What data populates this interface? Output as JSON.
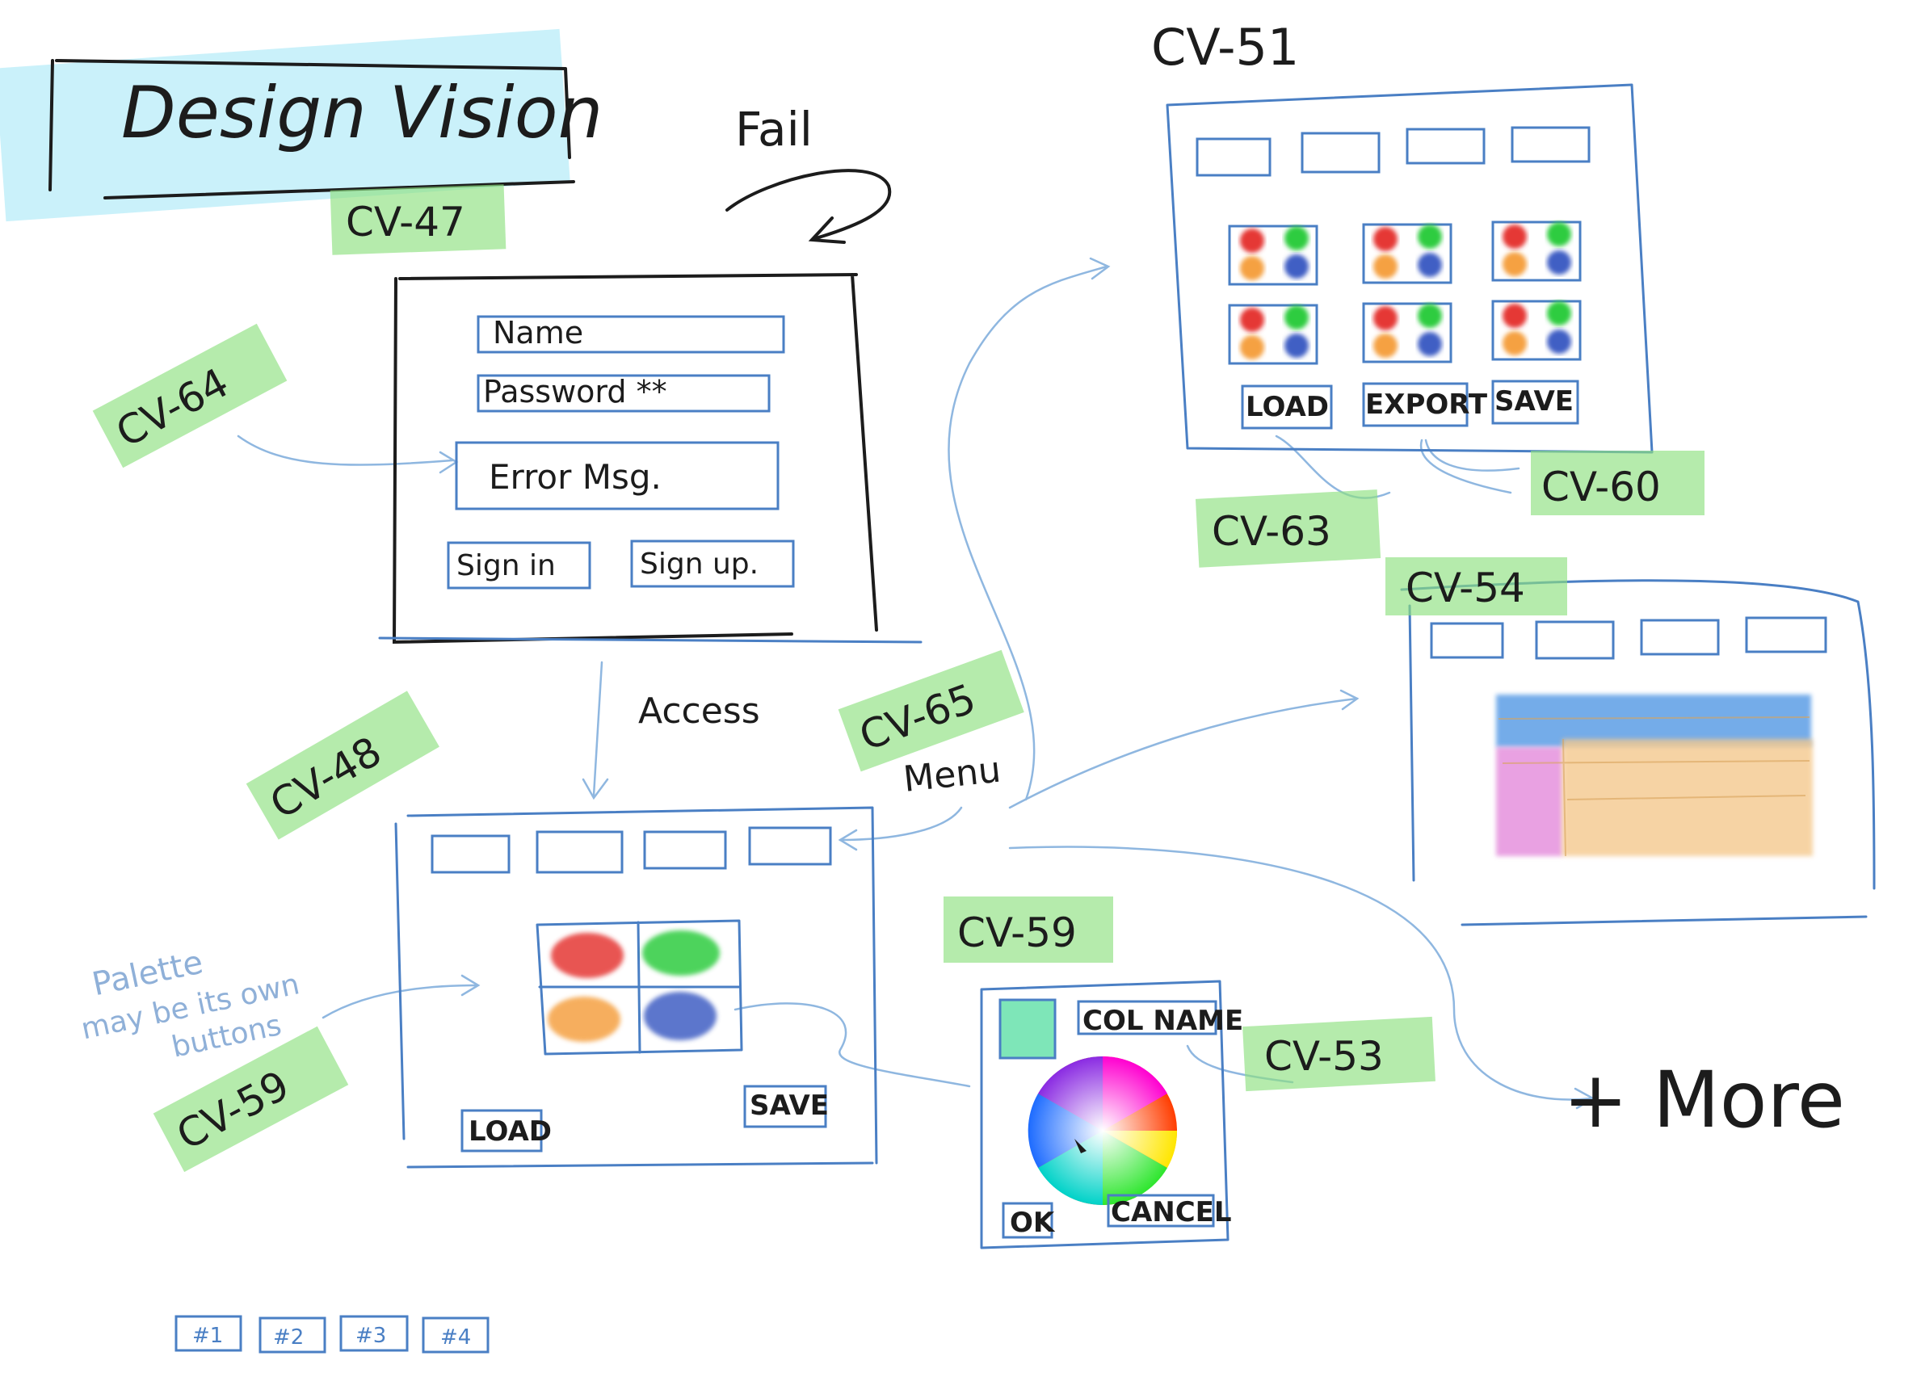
{
  "title": "Design Vision",
  "tags": {
    "cv47": "CV-47",
    "cv64": "CV-64",
    "cv48": "CV-48",
    "cv65": "CV-65",
    "cv59_left": "CV-59",
    "cv59_dialog": "CV-59",
    "cv51": "CV-51",
    "cv63": "CV-63",
    "cv60": "CV-60",
    "cv54": "CV-54",
    "cv53": "CV-53"
  },
  "annotations": {
    "fail": "Fail",
    "access": "Access",
    "menu": "Menu",
    "palette_note": [
      "Palette",
      "may be its own",
      "buttons"
    ],
    "more": "+ More"
  },
  "login": {
    "name": "Name",
    "password": "Password **",
    "error": "Error Msg.",
    "sign_in": "Sign in",
    "sign_up": "Sign up."
  },
  "main_screen": {
    "load": "LOAD",
    "save": "SAVE"
  },
  "gallery_screen": {
    "load": "LOAD",
    "export": "EXPORT",
    "save": "SAVE"
  },
  "color_dialog": {
    "col_name": "COL NAME",
    "ok": "OK",
    "cancel": "CANCEL"
  },
  "tabs": [
    "#1",
    "#2",
    "#3",
    "#4"
  ],
  "colors": {
    "frame": "#4a7fc4",
    "tag": "#8ee07f",
    "highlight": "#9fe6f5",
    "red": "#e53935",
    "green": "#2ecc40",
    "orange": "#f5a142",
    "blue": "#3f5fc4",
    "table_header": "#5c9ee6",
    "table_body": "#f5c98e",
    "table_side": "#e07ad6",
    "swatch": "#7ee6b8"
  }
}
